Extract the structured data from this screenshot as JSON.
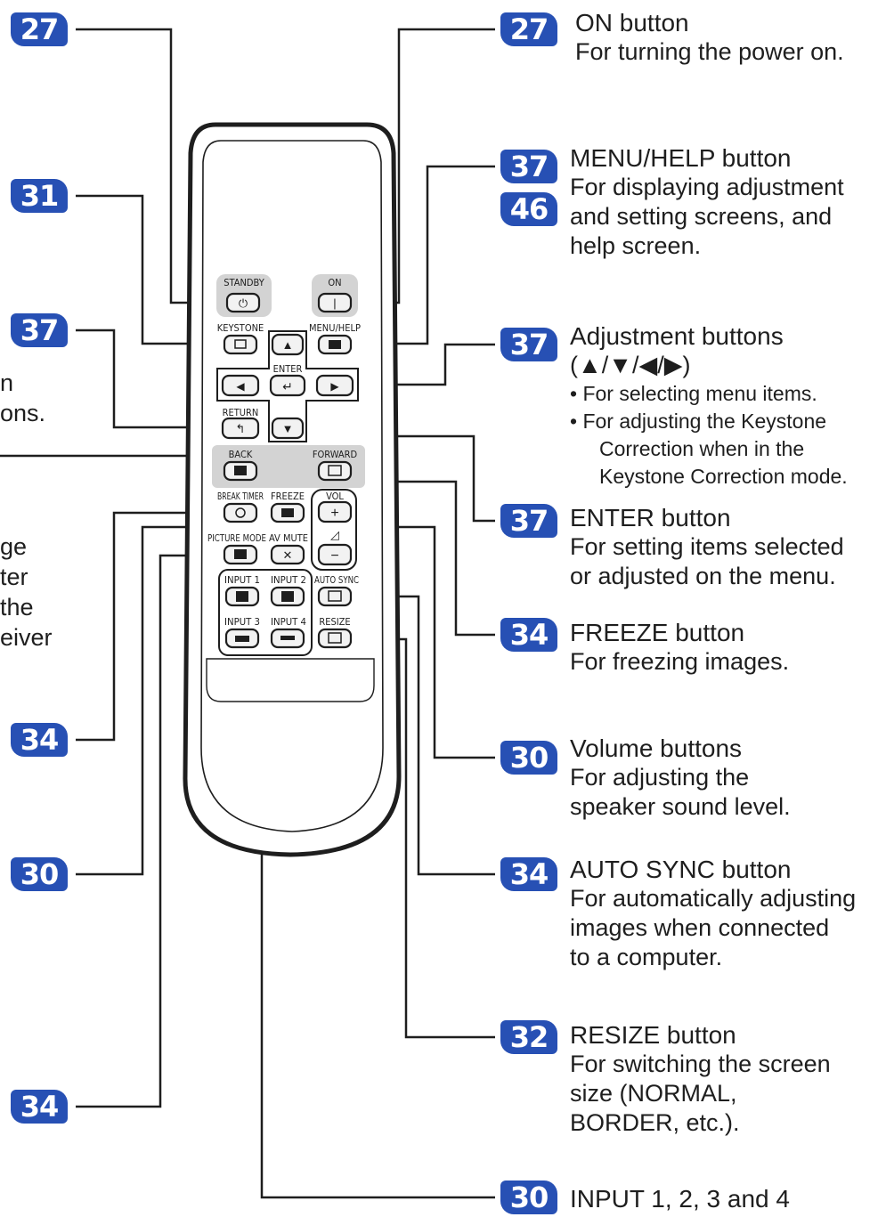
{
  "left_badges": [
    "27",
    "31",
    "37",
    "34",
    "30",
    "34"
  ],
  "left_fragments": [
    "n",
    "ons.",
    "ge",
    "ter",
    "the",
    "eiver"
  ],
  "annotations": [
    {
      "badges": [
        "27"
      ],
      "title": "ON button",
      "lines": [
        "For turning the power on."
      ]
    },
    {
      "badges": [
        "37",
        "46"
      ],
      "title": "MENU/HELP button",
      "lines": [
        "For displaying adjustment",
        "and setting screens, and",
        "help screen."
      ]
    },
    {
      "badges": [
        "37"
      ],
      "title": "Adjustment buttons",
      "lines": [
        "(▲/▼/◀/▶)"
      ],
      "bullets": [
        "• For selecting menu items.",
        "• For adjusting the Keystone",
        "Correction when in the",
        "Keystone Correction mode."
      ]
    },
    {
      "badges": [
        "37"
      ],
      "title": "ENTER button",
      "lines": [
        "For setting items selected",
        "or adjusted on the menu."
      ]
    },
    {
      "badges": [
        "34"
      ],
      "title": "FREEZE button",
      "lines": [
        "For freezing images."
      ]
    },
    {
      "badges": [
        "30"
      ],
      "title": "Volume buttons",
      "lines": [
        "For adjusting the",
        "speaker sound level."
      ]
    },
    {
      "badges": [
        "34"
      ],
      "title": "AUTO SYNC button",
      "lines": [
        "For automatically adjusting",
        "images when connected",
        "to a computer."
      ]
    },
    {
      "badges": [
        "32"
      ],
      "title": "RESIZE button",
      "lines": [
        "For switching the screen",
        "size (NORMAL,",
        "BORDER, etc.)."
      ]
    },
    {
      "badges": [
        "30"
      ],
      "title": "INPUT 1, 2, 3 and 4",
      "lines": []
    }
  ],
  "remote_labels": {
    "standby": "STANDBY",
    "on": "ON",
    "keystone": "KEYSTONE",
    "menu_help": "MENU/HELP",
    "enter": "ENTER",
    "return": "RETURN",
    "back": "BACK",
    "forward": "FORWARD",
    "break_timer": "BREAK TIMER",
    "freeze": "FREEZE",
    "vol": "VOL",
    "picture_mode": "PICTURE MODE",
    "av_mute": "AV MUTE",
    "input1": "INPUT 1",
    "input2": "INPUT 2",
    "auto_sync": "AUTO SYNC",
    "input3": "INPUT 3",
    "input4": "INPUT 4",
    "resize": "RESIZE"
  },
  "symbols": {
    "standby": "⏻",
    "on": "|",
    "up": "▲",
    "down": "▼",
    "left": "◀",
    "right": "▶",
    "enter": "↵",
    "return": "↰",
    "plus": "+",
    "minus": "−",
    "mute": "✕",
    "ramp": "◿"
  },
  "colors": {
    "badge": "#2750b4",
    "text": "#1e1e1e",
    "remote_panel": "#d3d3d3"
  }
}
